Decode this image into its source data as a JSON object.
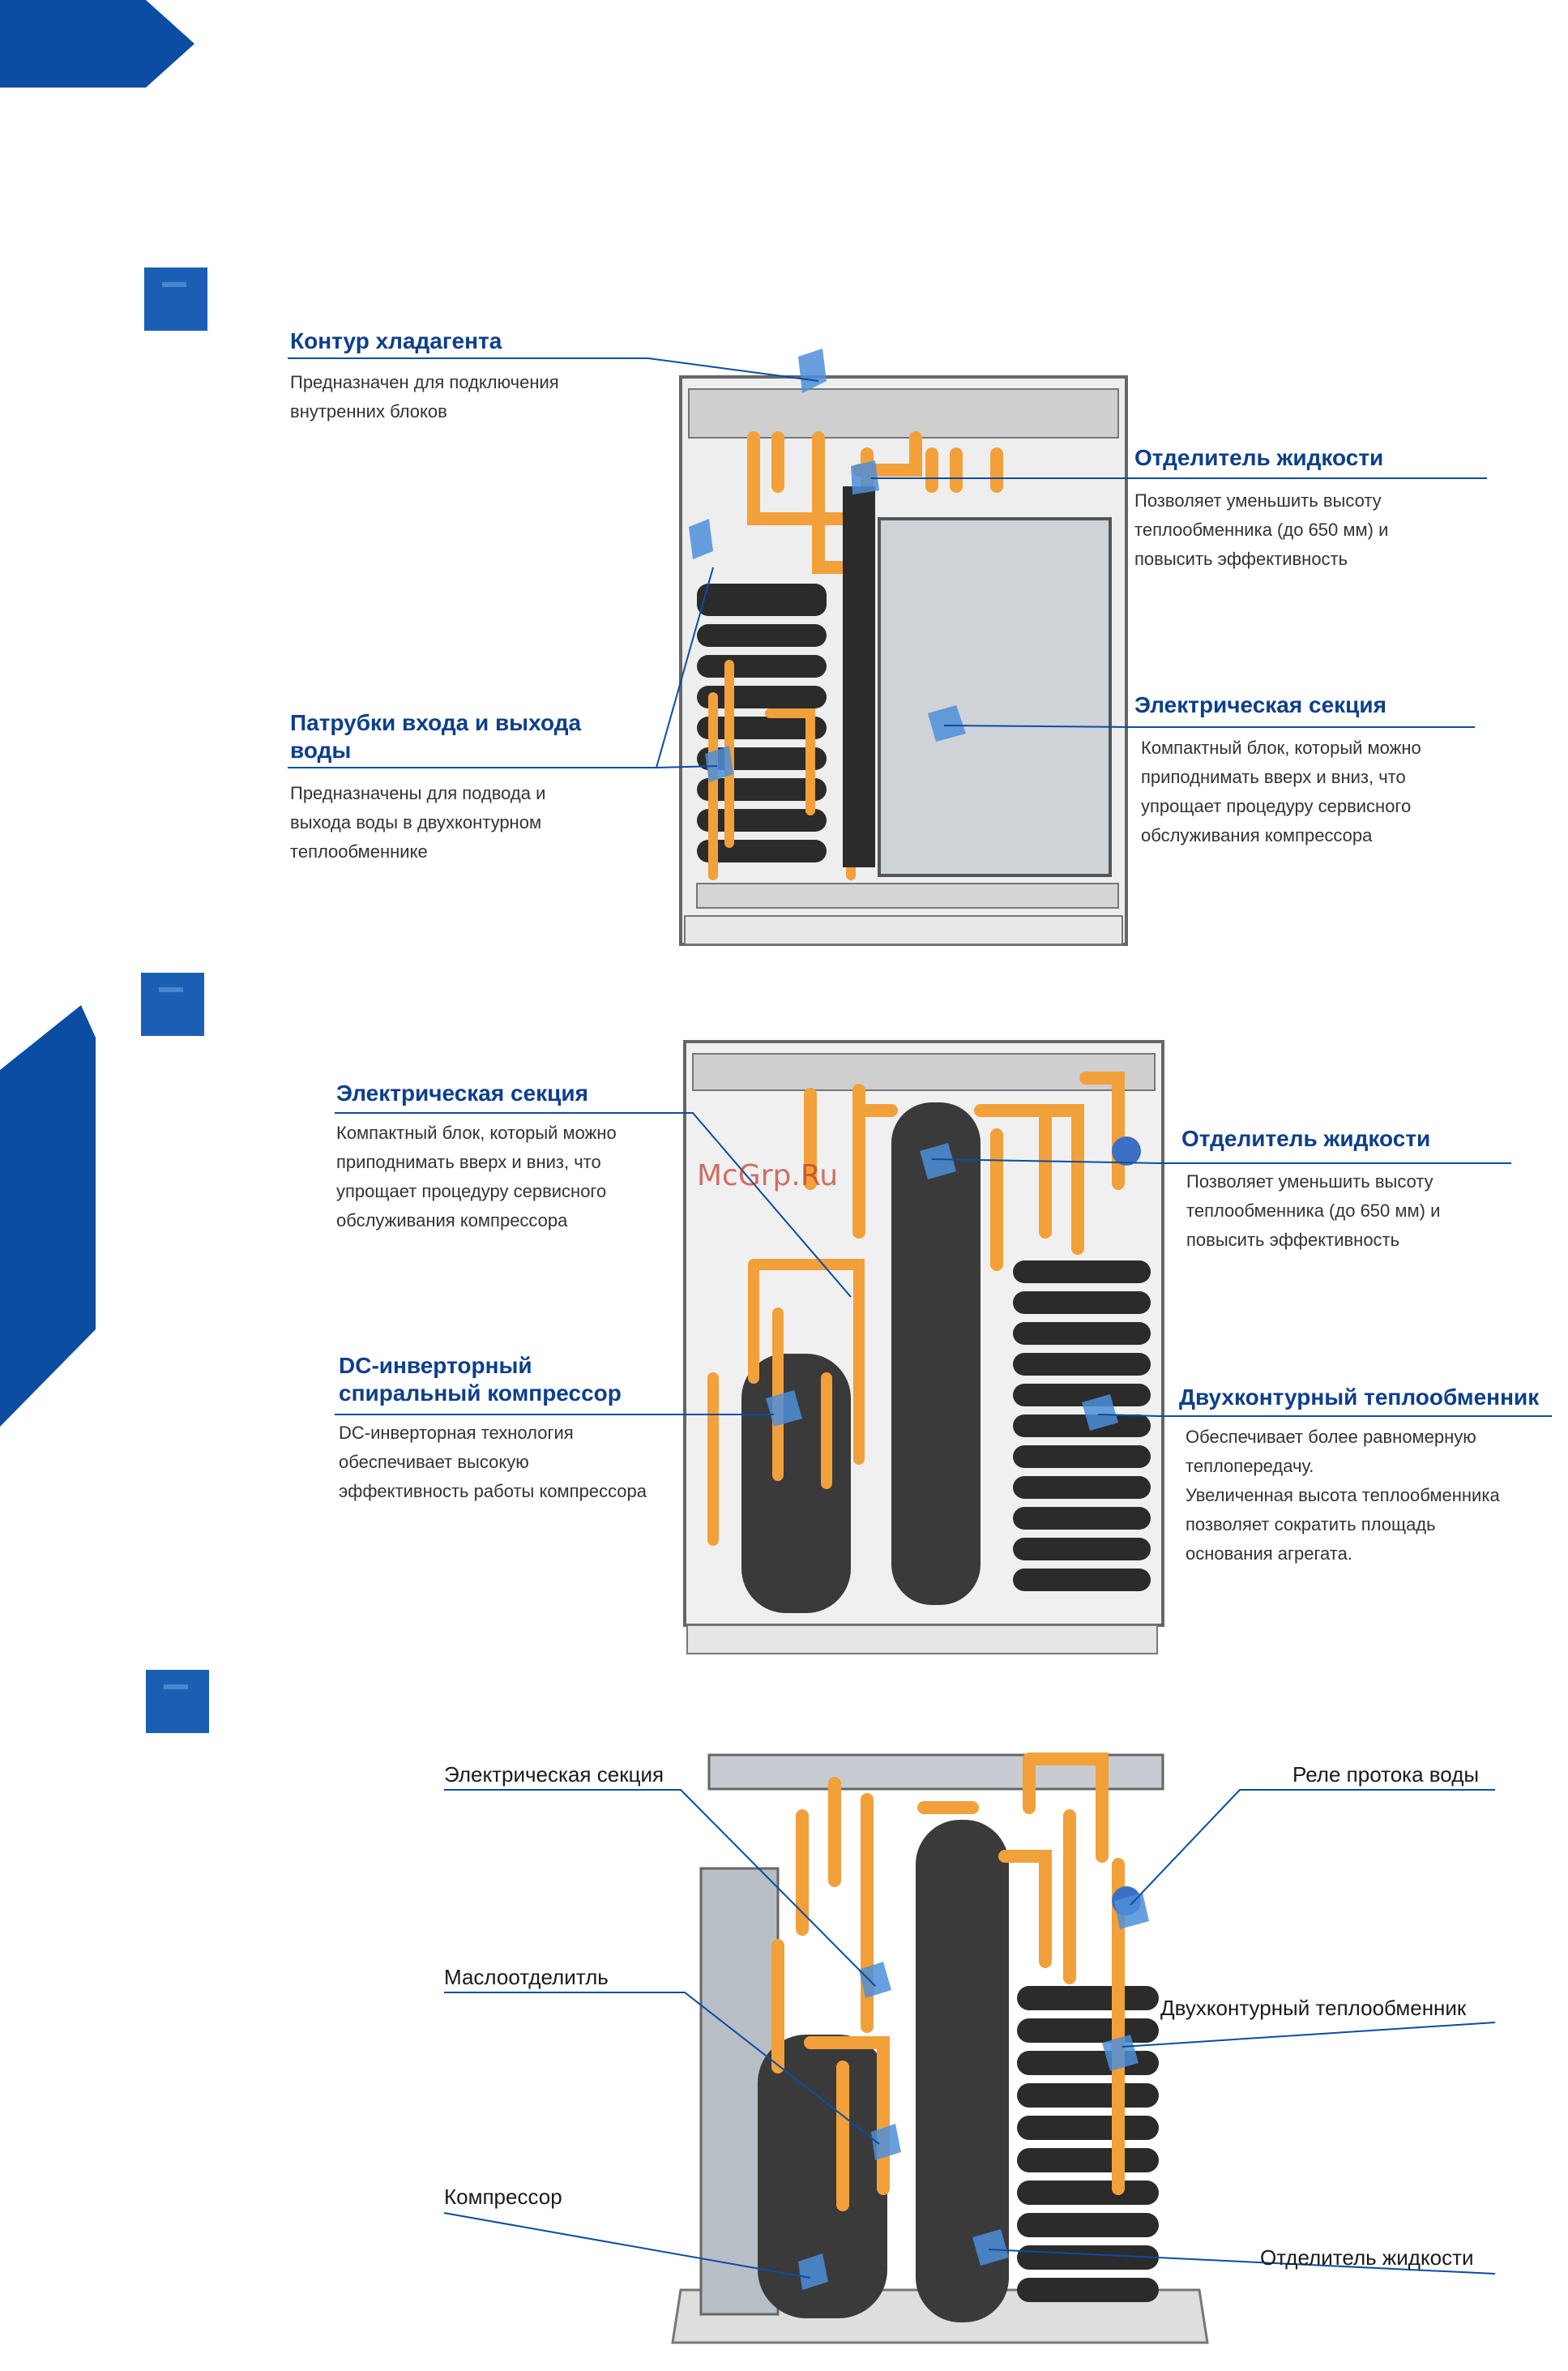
{
  "section1": {
    "refrigerant_circuit": {
      "title": "Контур хладагента",
      "desc": [
        "Предназначен для подключения",
        "внутренних блоков"
      ]
    },
    "liquid_separator": {
      "title": "Отделитель жидкости",
      "desc": [
        "Позволяет уменьшить высоту",
        "теплообменника (до 650 мм) и",
        "повысить эффективность"
      ]
    },
    "water_pipes": {
      "title": [
        "Патрубки входа и выхода",
        "воды"
      ],
      "desc": [
        "Предназначены для подвода и",
        "выхода воды в двухконтурном",
        "теплообменнике"
      ]
    },
    "electric_section": {
      "title": "Электрическая секция",
      "desc": [
        "Компактный блок, который можно",
        "приподнимать вверх и вниз, что",
        "упрощает процедуру сервисного",
        "обслуживания компрессора"
      ]
    }
  },
  "section2": {
    "electric_section": {
      "title": "Электрическая секция",
      "desc": [
        "Компактный блок, который можно",
        "приподнимать вверх и вниз, что",
        "упрощает процедуру сервисного",
        "обслуживания компрессора"
      ]
    },
    "liquid_separator": {
      "title": "Отделитель жидкости",
      "desc": [
        "Позволяет уменьшить высоту",
        "теплообменника (до 650 мм) и",
        "повысить эффективность"
      ]
    },
    "compressor": {
      "title": [
        "DC-инверторный",
        "спиральный компрессор"
      ],
      "desc": [
        "DC-инверторная технология",
        "обеспечивает высокую",
        "эффективность работы компрессора"
      ]
    },
    "heat_exchanger": {
      "title": "Двухконтурный теплообменник",
      "desc": [
        "Обеспечивает более равномерную",
        "теплопередачу.",
        "Увеличенная высота теплообменника",
        "позволяет сократить площадь",
        "основания агрегата."
      ]
    },
    "watermark": "McGrp.Ru"
  },
  "section3": {
    "electric_section": "Электрическая секция",
    "water_flow_relay": "Реле протока воды",
    "oil_separator": "Маслоотделитль",
    "heat_exchanger": "Двухконтурный теплообменник",
    "compressor": "Компрессор",
    "liquid_separator": "Отделитель жидкости"
  },
  "colors": {
    "brand_blue": "#0a4da2",
    "title_blue": "#0d3f8c",
    "pipe_orange": "#f2a03a",
    "insulation_black": "#2b2b2b",
    "marker_blue": "#4d8ed9"
  }
}
